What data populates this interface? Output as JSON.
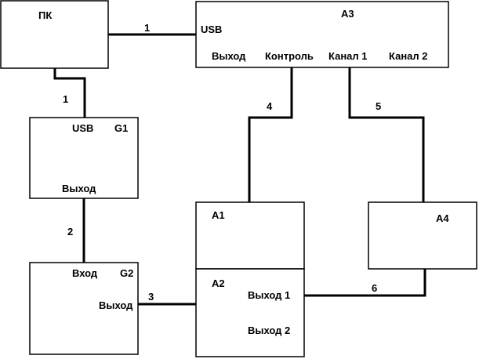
{
  "blocks": {
    "pc": {
      "name": "ПК"
    },
    "a3": {
      "name": "А3",
      "port_usb": "USB",
      "port_out": "Выход",
      "port_control": "Контроль",
      "port_ch1": "Канал 1",
      "port_ch2": "Канал 2"
    },
    "g1": {
      "name": "G1",
      "port_usb": "USB",
      "port_out": "Выход"
    },
    "g2": {
      "name": "G2",
      "port_in": "Вход",
      "port_out": "Выход"
    },
    "a1": {
      "name": "А1"
    },
    "a2": {
      "name": "А2",
      "port_out1": "Выход 1",
      "port_out2": "Выход 2"
    },
    "a4": {
      "name": "А4"
    }
  },
  "connections": [
    {
      "label": "1"
    },
    {
      "label": "1"
    },
    {
      "label": "2"
    },
    {
      "label": "3"
    },
    {
      "label": "4"
    },
    {
      "label": "5"
    },
    {
      "label": "6"
    }
  ]
}
